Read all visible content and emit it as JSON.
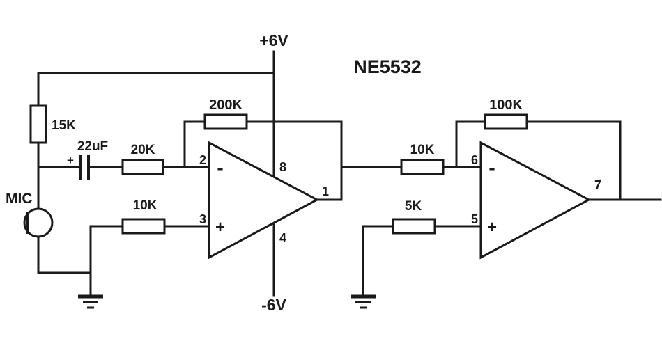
{
  "colors": {
    "ink": "#1a1a1a",
    "background": "#ffffff"
  },
  "labels": {
    "chip": "NE5532",
    "power_pos": "+6V",
    "power_neg": "-6V",
    "mic": "MIC",
    "r15k": "15K",
    "c22uf": "22uF",
    "cap_polarity": "+",
    "r20k": "20K",
    "r200k": "200K",
    "r10k_stage1": "10K",
    "r10k_stage2": "10K",
    "r5k": "5K",
    "r100k": "100K"
  },
  "opamp1": {
    "pin_inv": "2",
    "pin_noninv": "3",
    "pin_vplus": "8",
    "pin_vminus": "4",
    "pin_out": "1",
    "sign_inv": "-",
    "sign_noninv": "+"
  },
  "opamp2": {
    "pin_inv": "6",
    "pin_noninv": "5",
    "pin_out": "7",
    "sign_inv": "-",
    "sign_noninv": "+"
  }
}
